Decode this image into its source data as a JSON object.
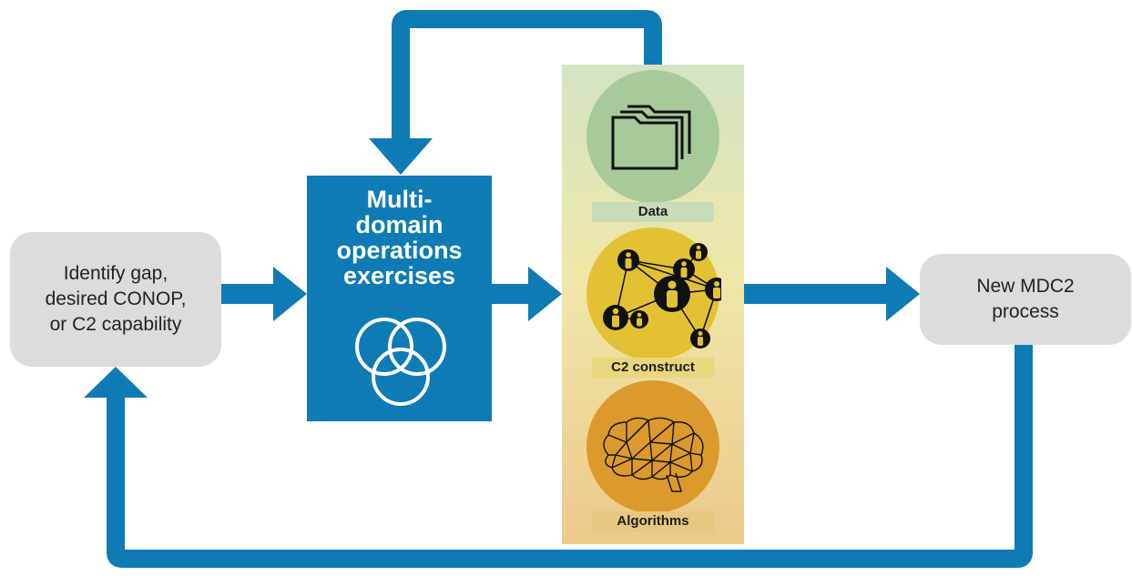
{
  "input_box": {
    "lines": [
      "Identify gap,",
      "desired CONOP,",
      "or C2 capability"
    ]
  },
  "mdo_box": {
    "title_lines": [
      "Multi-",
      "domain",
      "operations",
      "exercises"
    ],
    "icon": "venn-circles-icon"
  },
  "components": [
    {
      "label": "Data",
      "icon": "folder-icon"
    },
    {
      "label": "C2 construct",
      "icon": "network-people-icon"
    },
    {
      "label": "Algorithms",
      "icon": "brain-network-icon"
    }
  ],
  "output_box": {
    "lines": [
      "New MDC2",
      "process"
    ]
  },
  "colors": {
    "arrow": "#0e7bb5",
    "gray_box": "#dcdcdc",
    "data_circle": "#a8c99a",
    "c2_circle": "#e2c234",
    "algo_circle": "#dc9a2c"
  }
}
